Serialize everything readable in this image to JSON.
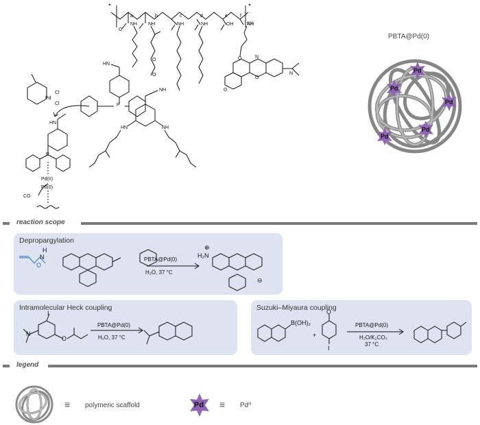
{
  "scaffold": {
    "title": "PBTA@Pd(0)",
    "pd_label": "Pd",
    "polymer": {
      "end_dot_left": "*",
      "end_dot_right": "*",
      "subscript": "200",
      "unit_letters": [
        "a",
        "b",
        "c",
        "d",
        "e",
        "f"
      ]
    },
    "left_labels": {
      "cl1": "Cl",
      "cl2": "Cl",
      "pd_cl": "Pd",
      "hn": "HN",
      "p": "P",
      "pd2": "Pd(II)",
      "co": "CO",
      "pd0": "Pd(0)"
    },
    "chain_labels": {
      "nh_a": "NH",
      "nh_b": "NH",
      "nh_c": "NH",
      "nh_d": "NH",
      "oh_e": "OH",
      "nh_f": "NH",
      "hn_mid": "HN",
      "o_b1": "O",
      "o_b2": "O",
      "p_mid": "P",
      "nh_btm": "NH",
      "hn_btm_l": "HN",
      "nh_btm_r": "NH",
      "o_a": "O",
      "o_f": "O",
      "n_dye1": "N",
      "o_dye": "O",
      "n_dye2": "N",
      "o_dye2": "O"
    }
  },
  "sections": {
    "reaction_scope": "reaction scope",
    "legend": "legend"
  },
  "reactions": {
    "depropargylation": {
      "title": "Depropargylation",
      "catalyst": "PBTA@Pd(0)",
      "conditions": "H₂O, 37 °C",
      "labels": {
        "h2n": "H₂N",
        "plus": "⊕",
        "minus": "⊖",
        "o": "O",
        "h": "H",
        "n": "N"
      }
    },
    "heck": {
      "title": "Intramolecular Heck coupling",
      "catalyst": "PBTA@Pd(0)",
      "conditions": "H₂O, 37 °C",
      "labels": {
        "i": "I",
        "n": "N",
        "o": "O"
      }
    },
    "suzuki": {
      "title": "Suzuki–Miyaura coupling",
      "catalyst": "PBTA@Pd(0)",
      "conditions_1": "H₂O/K₂CO₃",
      "conditions_2": "37 °C",
      "plus": "+",
      "labels": {
        "boh2": "B(OH)₂",
        "i": "I",
        "o": "O"
      }
    }
  },
  "legend": {
    "equiv_1": "≡",
    "scaffold_label": "polymeric scaffold",
    "pd_label": "Pd",
    "equiv_2": "≡",
    "pd0_label": "Pd⁰"
  },
  "colors": {
    "panel_bg": "#dde3f1",
    "pd_purple": "#8e66b4",
    "alkyne_blue": "#2f6fb5",
    "section_gray": "#7a7a7a",
    "scaffold_gray": "#8a8a8a"
  }
}
